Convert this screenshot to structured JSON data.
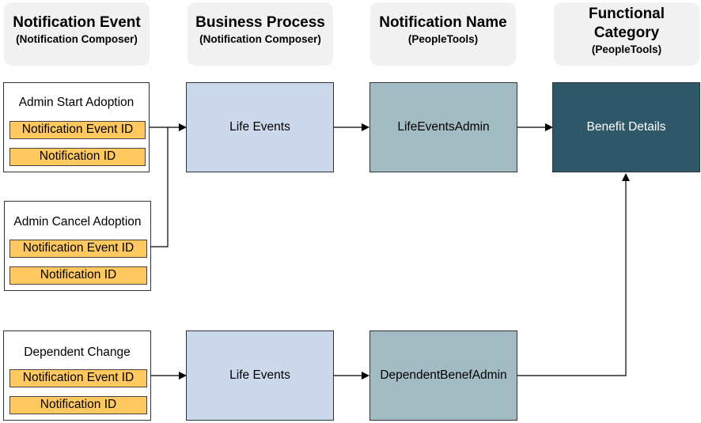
{
  "headers": [
    {
      "title": "Notification Event",
      "subtitle": "(Notification Composer)"
    },
    {
      "title": "Business Process",
      "subtitle": "(Notification Composer)"
    },
    {
      "title": "Notification Name",
      "subtitle": "(PeopleTools)"
    },
    {
      "title_line1": "Functional",
      "title_line2": "Category",
      "subtitle": "(PeopleTools)"
    }
  ],
  "events": [
    {
      "title": "Admin Start Adoption",
      "event_id_label": "Notification Event ID",
      "id_label": "Notification ID"
    },
    {
      "title": "Admin Cancel Adoption",
      "event_id_label": "Notification Event ID",
      "id_label": "Notification ID"
    },
    {
      "title": "Dependent Change",
      "event_id_label": "Notification Event ID",
      "id_label": "Notification ID"
    }
  ],
  "business_processes": [
    "Life Events",
    "Life Events"
  ],
  "notification_names": [
    "LifeEventsAdmin",
    "DependentBenefAdmin"
  ],
  "functional_category": "Benefit Details",
  "colors": {
    "header_bg": "#f1f1f1",
    "tag_fill": "#ffc95f",
    "business_process_fill": "#ccd9ec",
    "notification_name_fill": "#a3bbc3",
    "functional_category_fill": "#2e5868"
  }
}
